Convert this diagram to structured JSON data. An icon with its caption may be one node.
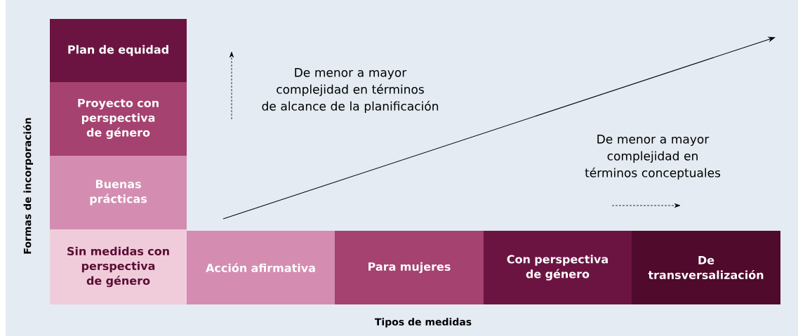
{
  "diagram": {
    "nodes": [
      {
        "text": [
          "Plan de equidad"
        ]
      },
      {
        "text": [
          "Proyecto con perspectiva de género"
        ]
      },
      {
        "text": [
          "Buenas prácticas"
        ]
      },
      {
        "text": [
          "Sin medidas con perspectiva de género"
        ]
      },
      {
        "text": [
          "Acción afirmativa"
        ]
      },
      {
        "text": [
          "Para mujeres"
        ]
      },
      {
        "text": [
          "Con perspectiva de género"
        ]
      },
      {
        "text": [
          "De transversalización"
        ]
      }
    ],
    "labels": [
      "Formas de incorporación",
      "De menor a mayor complejidad en términos de alcance de la planificación",
      "De menor a mayor complejidad en términos conceptuales",
      "Tipos de medidas"
    ]
  }
}
